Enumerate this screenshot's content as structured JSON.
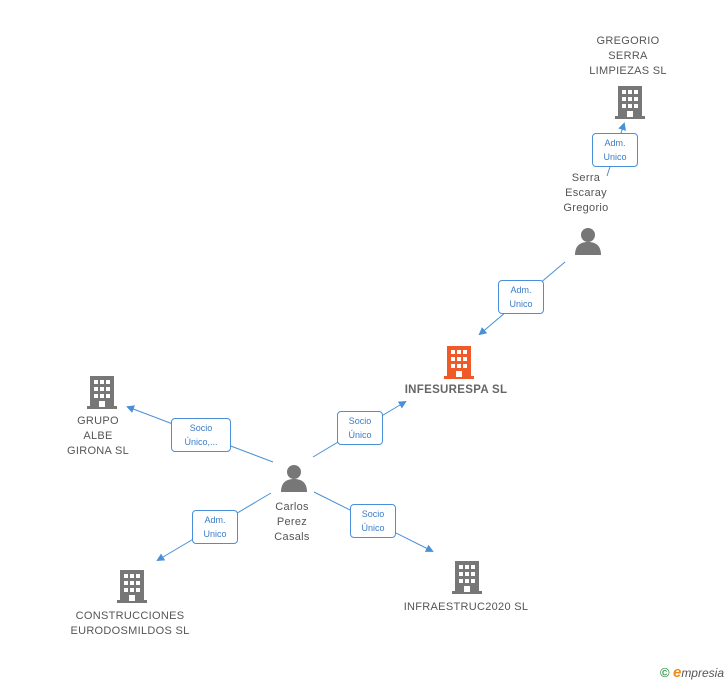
{
  "nodes": {
    "gregorio_serra": {
      "label": "GREGORIO\nSERRA\nLIMPIEZAS  SL",
      "icon": "building-icon",
      "color": "#777777"
    },
    "serra_escaray": {
      "label": "Serra\nEscaray\nGregorio",
      "icon": "person-icon",
      "color": "#777777"
    },
    "infesurespa": {
      "label": "INFESURESPA SL",
      "icon": "building-icon",
      "color": "#f05a28"
    },
    "grupo_albe": {
      "label": "GRUPO\nALBE\nGIRONA SL",
      "icon": "building-icon",
      "color": "#777777"
    },
    "carlos_perez": {
      "label": "Carlos\nPerez\nCasals",
      "icon": "person-icon",
      "color": "#777777"
    },
    "construcciones": {
      "label": "CONSTRUCCIONES\nEURODOSMILDOS SL",
      "icon": "building-icon",
      "color": "#777777"
    },
    "infraestruc": {
      "label": "INFRAESTRUC2020 SL",
      "icon": "building-icon",
      "color": "#777777"
    }
  },
  "edges": {
    "serra_to_gregorio": "Adm.\nUnico",
    "serra_to_infesurespa": "Adm.\nUnico",
    "carlos_to_infesurespa": "Socio\nÚnico",
    "carlos_to_grupo": "Socio\nÚnico,...",
    "carlos_to_construcciones": "Adm.\nUnico",
    "carlos_to_infraestruc": "Socio\nÚnico"
  },
  "footer": {
    "copyright": "©",
    "brand_e": "e",
    "brand_rest": "mpresia"
  },
  "colors": {
    "edge": "#4a90d9",
    "accent": "#f05a28",
    "node": "#777777"
  }
}
